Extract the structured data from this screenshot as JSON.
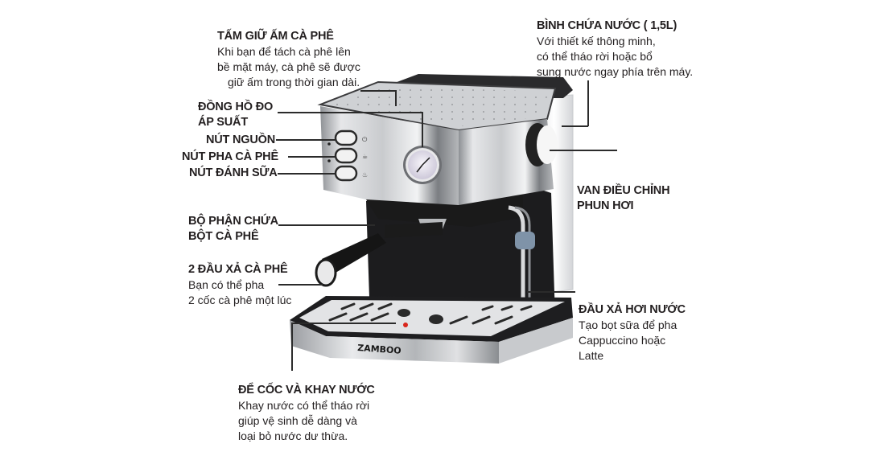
{
  "product": {
    "brand": "ZAMBOO"
  },
  "callouts": {
    "warming_plate": {
      "title": "TẤM GIỮ ẤM CÀ PHÊ",
      "lines": [
        "Khi bạn để tách cà phê lên",
        "bề mặt máy, cà phê sẽ được",
        "giữ ấm trong thời gian dài."
      ]
    },
    "water_tank": {
      "title": "BÌNH CHỨA NƯỚC ( 1,5L)",
      "lines": [
        "Với thiết kế thông minh,",
        "có thể tháo rời hoặc bổ",
        "sung nước ngay phía trên máy."
      ]
    },
    "pressure_gauge": {
      "title_line1": "ĐỒNG HỒ ĐO",
      "title_line2": "ÁP SUẤT"
    },
    "power_button": {
      "title": "NÚT NGUỒN"
    },
    "brew_button": {
      "title": "NÚT PHA CÀ PHÊ"
    },
    "steam_button": {
      "title": "NÚT ĐÁNH SỮA"
    },
    "steam_valve": {
      "title_line1": "VAN ĐIỀU CHỈNH",
      "title_line2": "PHUN HƠI"
    },
    "portafilter": {
      "title_line1": "BỘ PHẬN CHỨA",
      "title_line2": "BỘT CÀ PHÊ"
    },
    "dual_spout": {
      "title": "2 ĐẦU XẢ CÀ PHÊ",
      "lines": [
        "Bạn có thể pha",
        "2 cốc cà phê một lúc"
      ]
    },
    "steam_wand": {
      "title": "ĐẦU XẢ HƠI NƯỚC",
      "lines": [
        "Tạo bọt sữa để pha",
        "Cappuccino hoặc",
        "Latte"
      ]
    },
    "drip_tray": {
      "title": "ĐỂ CỐC VÀ KHAY NƯỚC",
      "lines": [
        "Khay nước có thể tháo rời",
        "giúp vệ sinh dễ dàng và",
        "loại bỏ nước dư thừa."
      ]
    }
  },
  "colors": {
    "text": "#231f20",
    "line": "#2b2b2b",
    "steel": "#b8babd",
    "black_body": "#1c1c1e",
    "indicator_red": "#d9261c",
    "steam_knob_blue": "#7f93a8"
  }
}
